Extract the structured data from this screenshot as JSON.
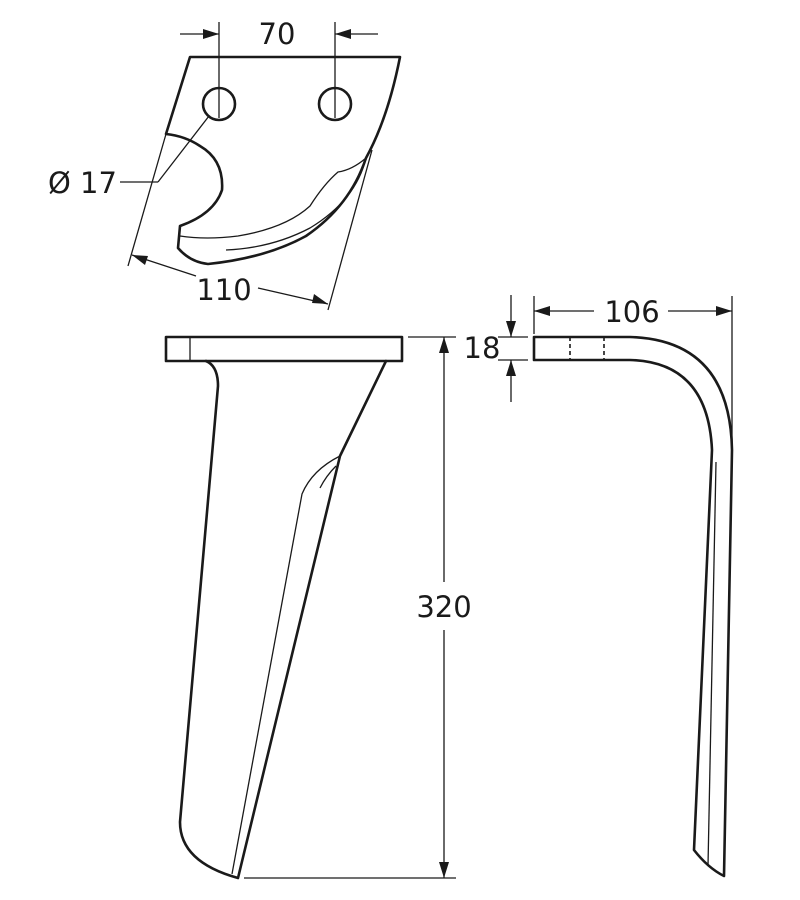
{
  "dimensions": {
    "hole_spacing": "70",
    "hole_diameter": "Ø 17",
    "flange_width": "110",
    "thickness": "18",
    "offset": "106",
    "height": "320"
  }
}
